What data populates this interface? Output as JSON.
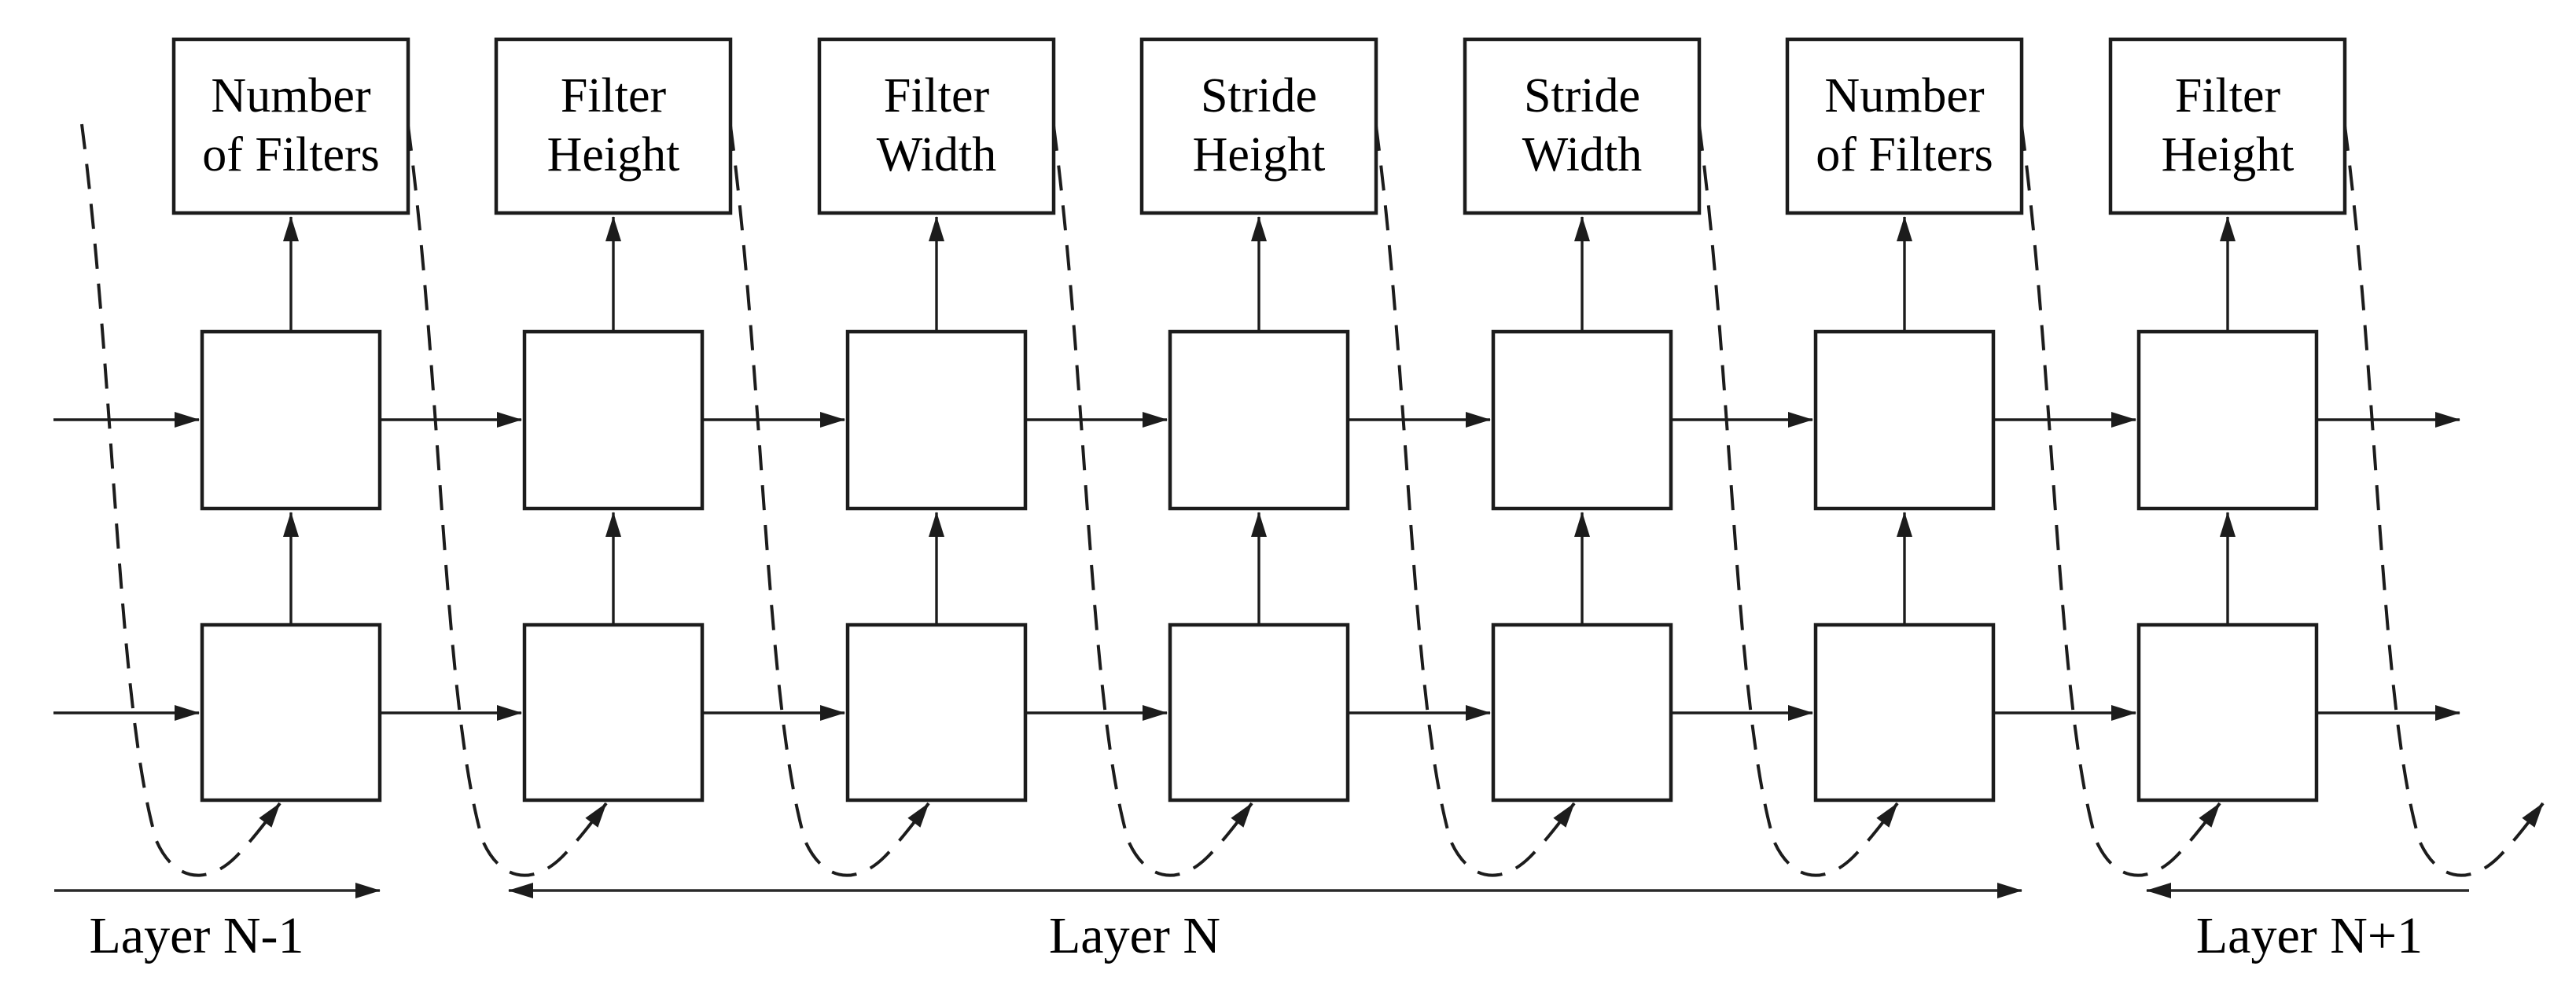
{
  "diagram": {
    "description": "RNN controller unrolled over time predicting convolutional layer hyperparameters",
    "background_color": "#ffffff",
    "line_color": "#1c1c1c",
    "text_color": "#000000"
  },
  "columns": [
    {
      "label_lines": [
        "Number",
        "of Filters"
      ]
    },
    {
      "label_lines": [
        "Filter",
        "Height"
      ]
    },
    {
      "label_lines": [
        "Filter",
        "Width"
      ]
    },
    {
      "label_lines": [
        "Stride",
        "Height"
      ]
    },
    {
      "label_lines": [
        "Stride",
        "Width"
      ]
    },
    {
      "label_lines": [
        "Number",
        "of Filters"
      ]
    },
    {
      "label_lines": [
        "Filter",
        "Height"
      ]
    }
  ],
  "layer_spans": [
    {
      "label": "Layer N-1",
      "arrow_direction": "right"
    },
    {
      "label": "Layer N",
      "arrow_direction": "both"
    },
    {
      "label": "Layer N+1",
      "arrow_direction": "left"
    }
  ]
}
